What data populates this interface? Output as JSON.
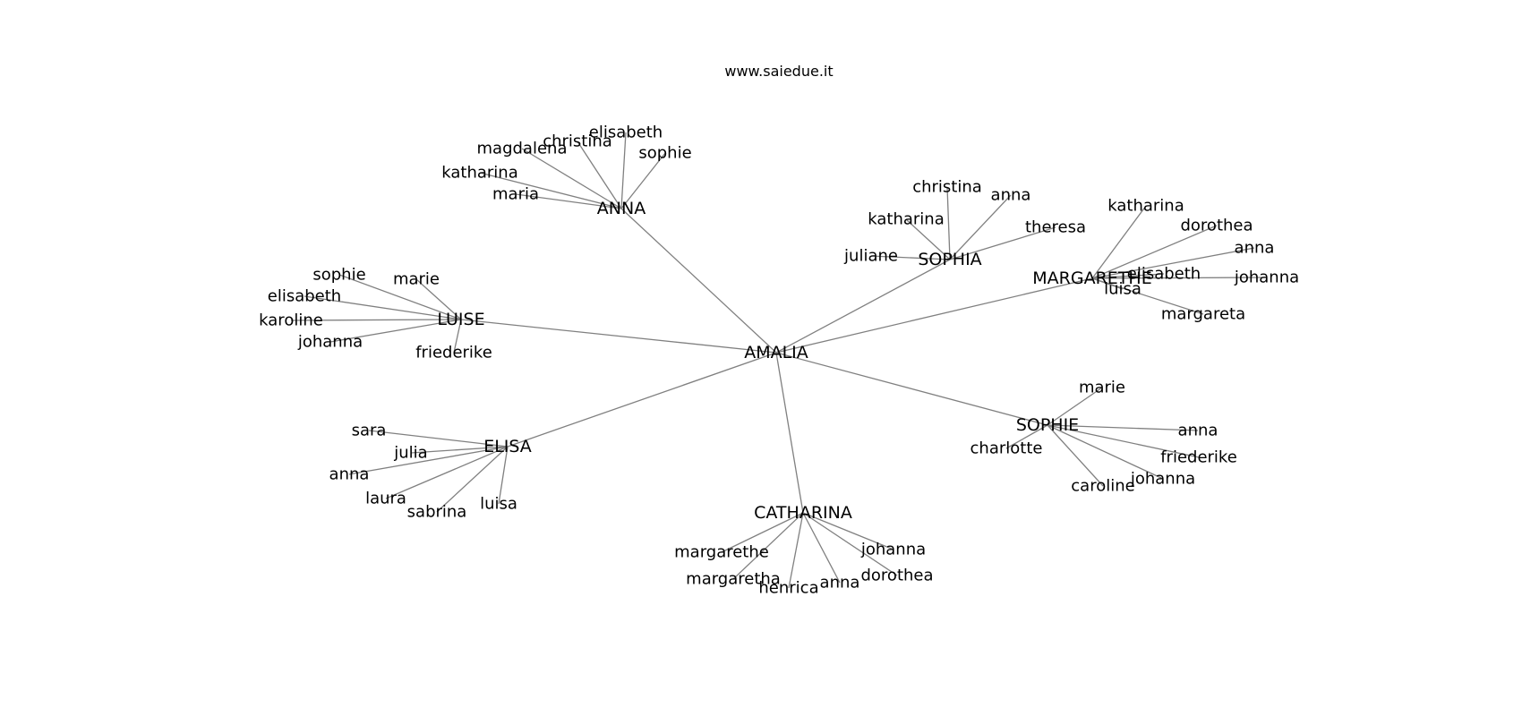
{
  "caption": "www.saiedue.it",
  "center": "AMALIA",
  "hubs": [
    {
      "name": "ANNA",
      "leaves": [
        "sophie",
        "elisabeth",
        "christina",
        "magdalena",
        "katharina",
        "maria"
      ]
    },
    {
      "name": "LUISE",
      "leaves": [
        "marie",
        "sophie",
        "elisabeth",
        "karoline",
        "johanna",
        "friederike"
      ]
    },
    {
      "name": "ELISA",
      "leaves": [
        "sara",
        "julia",
        "anna",
        "laura",
        "sabrina",
        "luisa"
      ]
    },
    {
      "name": "CATHARINA",
      "leaves": [
        "margarethe",
        "margaretha",
        "henrica",
        "anna",
        "dorothea",
        "johanna"
      ]
    },
    {
      "name": "SOPHIE",
      "leaves": [
        "marie",
        "anna",
        "friederike",
        "johanna",
        "caroline",
        "charlotte"
      ]
    },
    {
      "name": "MARGARETHE",
      "leaves": [
        "katharina",
        "dorothea",
        "anna",
        "elisabeth",
        "johanna",
        "luisa",
        "margareta"
      ]
    },
    {
      "name": "SOPHIA",
      "leaves": [
        "christina",
        "anna",
        "theresa",
        "katharina",
        "juliane"
      ]
    }
  ],
  "colors": {
    "edge": "#808080",
    "text": "#000000",
    "background": "#ffffff"
  }
}
